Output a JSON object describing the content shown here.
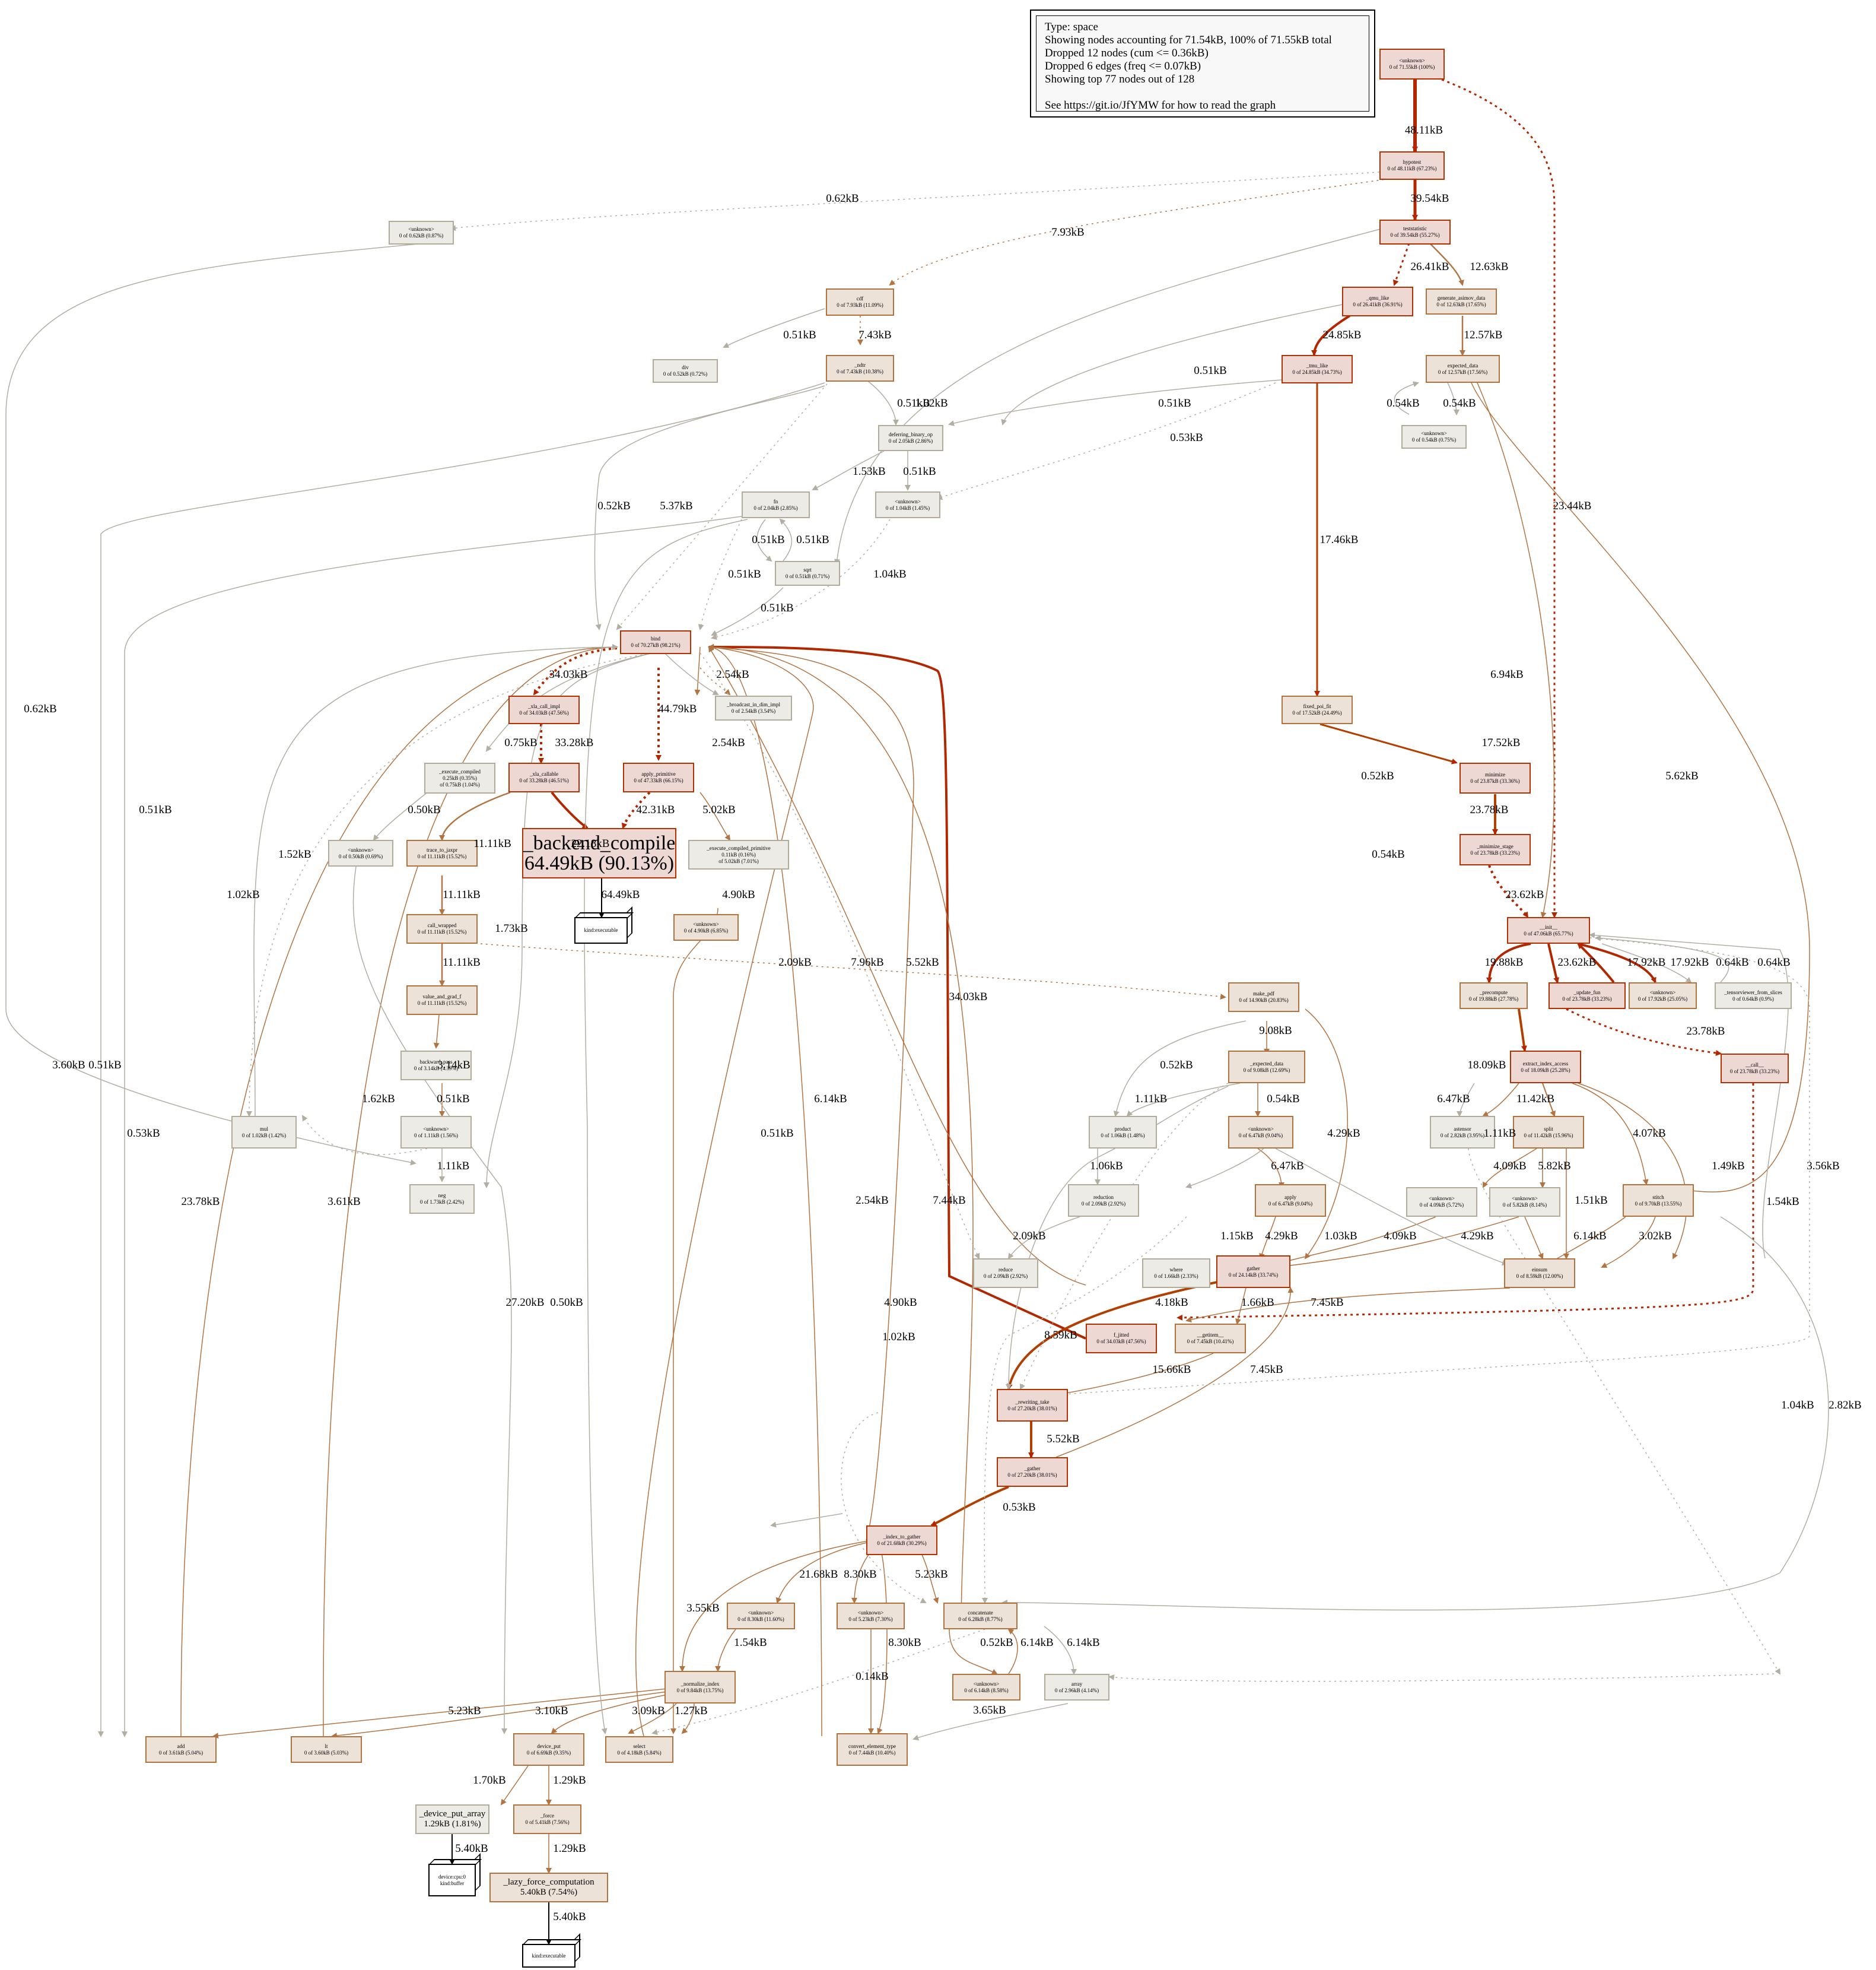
{
  "legend": {
    "lines": [
      "Type: space",
      "Showing nodes accounting for 71.54kB, 100% of 71.55kB total",
      "Dropped 12 nodes (cum <= 0.36kB)",
      "Dropped 6 edges (freq <= 0.07kB)",
      "Showing top 77 nodes out of 128"
    ],
    "footer": "See https://git.io/JfYMW for how to read the graph"
  },
  "colors": {
    "hot_fill": "#eed8d4",
    "hot_border": "#b23100",
    "warm_fill": "#ede2d8",
    "warm_border": "#b2723e",
    "cool_fill": "#edebe6",
    "cool_border": "#b2ab9a",
    "hot_edge": "#b22600",
    "warm_edge": "#b27442",
    "cool_edge": "#b2aea4"
  },
  "nodes": [
    {
      "id": "root",
      "name": "<unknown>",
      "stat": "0 of 71.55kB (100%)"
    },
    {
      "id": "hypotest",
      "name": "hypotest",
      "stat": "0 of 48.11kB (67.23%)"
    },
    {
      "id": "unk062",
      "name": "<unknown>",
      "stat": "0 of 0.62kB (0.87%)"
    },
    {
      "id": "teststatistic",
      "name": "teststatistic",
      "stat": "0 of 39.54kB (55.27%)"
    },
    {
      "id": "cdf",
      "name": "cdf",
      "stat": "0 of 7.93kB (11.09%)"
    },
    {
      "id": "qmu_like",
      "name": "_qmu_like",
      "stat": "0 of 26.41kB (36.91%)"
    },
    {
      "id": "gen_asimov",
      "name": "generate_asimov_data",
      "stat": "0 of 12.63kB (17.65%)"
    },
    {
      "id": "div",
      "name": "div",
      "stat": "0 of 0.52kB (0.72%)"
    },
    {
      "id": "ndtr",
      "name": "_ndtr",
      "stat": "0 of 7.43kB (10.38%)"
    },
    {
      "id": "tmu_like",
      "name": "_tmu_like",
      "stat": "0 of 24.85kB (34.73%)"
    },
    {
      "id": "expected_data",
      "name": "expected_data",
      "stat": "0 of 12.57kB (17.56%)"
    },
    {
      "id": "unk054",
      "name": "<unknown>",
      "stat": "0 of 0.54kB (0.75%)"
    },
    {
      "id": "deferring",
      "name": "deferring_binary_op",
      "stat": "0 of 2.05kB (2.86%)"
    },
    {
      "id": "fn",
      "name": "fn",
      "stat": "0 of 2.04kB (2.85%)"
    },
    {
      "id": "unk104",
      "name": "<unknown>",
      "stat": "0 of 1.04kB (1.45%)"
    },
    {
      "id": "sqrt",
      "name": "sqrt",
      "stat": "0 of 0.51kB (0.71%)"
    },
    {
      "id": "bind",
      "name": "bind",
      "stat": "0 of 70.27kB (98.21%)"
    },
    {
      "id": "fixed_poi_fit",
      "name": "fixed_poi_fit",
      "stat": "0 of 17.52kB (24.49%)"
    },
    {
      "id": "xla_call_impl",
      "name": "_xla_call_impl",
      "stat": "0 of 34.03kB (47.56%)"
    },
    {
      "id": "broadcast",
      "name": "_broadcast_in_dim_impl",
      "stat": "0 of 2.54kB (3.54%)"
    },
    {
      "id": "exec_compiled",
      "name": "_execute_compiled",
      "stat": "0.25kB (0.35%)",
      "stat2": "of 0.75kB (1.04%)"
    },
    {
      "id": "xla_callable",
      "name": "_xla_callable",
      "stat": "0 of 33.28kB (46.51%)"
    },
    {
      "id": "apply_primitive",
      "name": "apply_primitive",
      "stat": "0 of 47.33kB (66.15%)"
    },
    {
      "id": "minimize",
      "name": "minimize",
      "stat": "0 of 23.87kB (33.36%)"
    },
    {
      "id": "unk050",
      "name": "<unknown>",
      "stat": "0 of 0.50kB (0.69%)"
    },
    {
      "id": "trace_to_jaxpr",
      "name": "trace_to_jaxpr",
      "stat": "0 of 11.11kB (15.52%)"
    },
    {
      "id": "backend_compile",
      "name": "_backend_compile",
      "stat": "64.49kB (90.13%)"
    },
    {
      "id": "exec_prim",
      "name": "_execute_compiled_primitive",
      "stat": "0.11kB (0.16%)",
      "stat2": "of 5.02kB (7.01%)"
    },
    {
      "id": "minimize_stage",
      "name": "_minimize_stage",
      "stat": "0 of 23.78kB (33.23%)"
    },
    {
      "id": "call_wrapped",
      "name": "call_wrapped",
      "stat": "0 of 11.11kB (15.52%)"
    },
    {
      "id": "unk490",
      "name": "<unknown>",
      "stat": "0 of 4.90kB (6.85%)"
    },
    {
      "id": "kind_exec1",
      "name": "kind:executable",
      "stat": ""
    },
    {
      "id": "init",
      "name": "__init__",
      "stat": "0 of 47.06kB (65.77%)"
    },
    {
      "id": "value_and_grad",
      "name": "value_and_grad_f",
      "stat": "0 of 11.11kB (15.52%)"
    },
    {
      "id": "make_pdf",
      "name": "make_pdf",
      "stat": "0 of 14.90kB (20.83%)"
    },
    {
      "id": "precompute",
      "name": "_precompute",
      "stat": "0 of 19.88kB (27.78%)"
    },
    {
      "id": "update_fun",
      "name": "_update_fun",
      "stat": "0 of 23.78kB (33.23%)"
    },
    {
      "id": "unk1792",
      "name": "<unknown>",
      "stat": "0 of 17.92kB (25.05%)"
    },
    {
      "id": "tensorviewer",
      "name": "_tensorviewer_from_slices",
      "stat": "0 of 0.64kB (0.9%)"
    },
    {
      "id": "backward_pass",
      "name": "backward_pass",
      "stat": "0 of 3.14kB (4.39%)"
    },
    {
      "id": "expected_data2",
      "name": "_expected_data",
      "stat": "0 of 9.08kB (12.69%)"
    },
    {
      "id": "extract_index",
      "name": "extract_index_access",
      "stat": "0 of 18.09kB (25.28%)"
    },
    {
      "id": "call",
      "name": "__call__",
      "stat": "0 of 23.78kB (33.23%)"
    },
    {
      "id": "unk111",
      "name": "<unknown>",
      "stat": "0 of 1.11kB (1.56%)"
    },
    {
      "id": "mul",
      "name": "mul",
      "stat": "0 of 1.02kB (1.42%)"
    },
    {
      "id": "product",
      "name": "product",
      "stat": "0 of 1.06kB (1.48%)"
    },
    {
      "id": "unk647",
      "name": "<unknown>",
      "stat": "0 of 6.47kB (9.04%)"
    },
    {
      "id": "astensor",
      "name": "astensor",
      "stat": "0 of 2.82kB (3.95%)"
    },
    {
      "id": "split",
      "name": "split",
      "stat": "0 of 11.42kB (15.96%)"
    },
    {
      "id": "neg",
      "name": "neg",
      "stat": "0 of 1.73kB (2.42%)"
    },
    {
      "id": "reduction",
      "name": "reduction",
      "stat": "0 of 2.09kB (2.92%)"
    },
    {
      "id": "apply",
      "name": "apply",
      "stat": "0 of 6.47kB (9.04%)"
    },
    {
      "id": "unk409",
      "name": "<unknown>",
      "stat": "0 of 4.09kB (5.72%)"
    },
    {
      "id": "unk582",
      "name": "<unknown>",
      "stat": "0 of 5.82kB (8.14%)"
    },
    {
      "id": "stitch",
      "name": "stitch",
      "stat": "0 of 9.70kB (13.55%)"
    },
    {
      "id": "reduce",
      "name": "reduce",
      "stat": "0 of 2.09kB (2.92%)"
    },
    {
      "id": "where",
      "name": "where",
      "stat": "0 of 1.66kB (2.33%)"
    },
    {
      "id": "gather",
      "name": "gather",
      "stat": "0 of 24.14kB (33.74%)"
    },
    {
      "id": "einsum",
      "name": "einsum",
      "stat": "0 of 8.59kB (12.00%)"
    },
    {
      "id": "f_jitted",
      "name": "f_jitted",
      "stat": "0 of 34.03kB (47.56%)"
    },
    {
      "id": "getitem",
      "name": "__getitem__",
      "stat": "0 of 7.45kB (10.41%)"
    },
    {
      "id": "rewriting_take",
      "name": "_rewriting_take",
      "stat": "0 of 27.20kB (38.01%)"
    },
    {
      "id": "gather2",
      "name": "_gather",
      "stat": "0 of 27.20kB (38.01%)"
    },
    {
      "id": "index_to_gather",
      "name": "_index_to_gather",
      "stat": "0 of 21.68kB (30.29%)"
    },
    {
      "id": "unk830",
      "name": "<unknown>",
      "stat": "0 of 8.30kB (11.60%)"
    },
    {
      "id": "unk523",
      "name": "<unknown>",
      "stat": "0 of 5.23kB (7.30%)"
    },
    {
      "id": "concatenate",
      "name": "concatenate",
      "stat": "0 of 6.28kB (8.77%)"
    },
    {
      "id": "unk614",
      "name": "<unknown>",
      "stat": "0 of 6.14kB (8.58%)"
    },
    {
      "id": "array",
      "name": "array",
      "stat": "0 of 2.96kB (4.14%)"
    },
    {
      "id": "normalize_index",
      "name": "_normalize_index",
      "stat": "0 of 9.84kB (13.75%)"
    },
    {
      "id": "add",
      "name": "add",
      "stat": "0 of 3.61kB (5.04%)"
    },
    {
      "id": "lt",
      "name": "lt",
      "stat": "0 of 3.60kB (5.03%)"
    },
    {
      "id": "device_put",
      "name": "device_put",
      "stat": "0 of 6.69kB (9.35%)"
    },
    {
      "id": "select",
      "name": "select",
      "stat": "0 of 4.18kB (5.84%)"
    },
    {
      "id": "convert_element",
      "name": "convert_element_type",
      "stat": "0 of 7.44kB (10.40%)"
    },
    {
      "id": "device_put_array",
      "name": "_device_put_array",
      "stat": "1.29kB (1.81%)"
    },
    {
      "id": "force",
      "name": "_force",
      "stat": "0 of 5.41kB (7.56%)"
    },
    {
      "id": "device_cpu",
      "name": "device:cpu:0",
      "stat": "kind:buffer"
    },
    {
      "id": "lazy_force",
      "name": "_lazy_force_computation",
      "stat": "5.40kB (7.54%)"
    },
    {
      "id": "kind_exec2",
      "name": "kind:executable",
      "stat": ""
    }
  ],
  "edge_labels": [
    "48.11kB",
    "0.62kB",
    "7.93kB",
    "39.54kB",
    "26.41kB",
    "12.63kB",
    "0.51kB",
    "7.43kB",
    "24.85kB",
    "12.57kB",
    "0.51kB",
    "0.51kB",
    "1.02kB",
    "0.51kB",
    "0.54kB",
    "0.54kB",
    "0.53kB",
    "1.53kB",
    "0.51kB",
    "0.51kB",
    "0.51kB",
    "0.52kB",
    "5.37kB",
    "0.51kB",
    "1.04kB",
    "0.51kB",
    "17.46kB",
    "23.44kB",
    "6.94kB",
    "0.62kB",
    "34.03kB",
    "2.54kB",
    "44.79kB",
    "0.75kB",
    "33.28kB",
    "2.54kB",
    "17.52kB",
    "5.62kB",
    "0.51kB",
    "0.50kB",
    "11.11kB",
    "22.18kB",
    "42.31kB",
    "5.02kB",
    "0.52kB",
    "23.78kB",
    "1.52kB",
    "11.11kB",
    "1.02kB",
    "1.73kB",
    "64.49kB",
    "4.90kB",
    "0.54kB",
    "23.62kB",
    "11.11kB",
    "2.09kB",
    "7.96kB",
    "5.52kB",
    "34.03kB",
    "19.88kB",
    "23.62kB",
    "17.92kB",
    "17.92kB",
    "0.64kB",
    "0.64kB",
    "9.08kB",
    "23.78kB",
    "3.14kB",
    "0.52kB",
    "18.09kB",
    "1.62kB",
    "0.51kB",
    "1.11kB",
    "0.54kB",
    "6.47kB",
    "1.11kB",
    "11.42kB",
    "4.29kB",
    "4.07kB",
    "1.06kB",
    "6.47kB",
    "1.11kB",
    "4.09kB",
    "5.82kB",
    "1.49kB",
    "3.56kB",
    "2.09kB",
    "1.15kB",
    "4.29kB",
    "1.03kB",
    "4.09kB",
    "4.29kB",
    "1.51kB",
    "6.14kB",
    "3.02kB",
    "1.54kB",
    "23.78kB",
    "3.61kB",
    "3.60kB",
    "0.51kB",
    "0.53kB",
    "0.51kB",
    "6.14kB",
    "2.54kB",
    "7.44kB",
    "4.18kB",
    "1.66kB",
    "7.45kB",
    "8.59kB",
    "15.66kB",
    "7.45kB",
    "5.52kB",
    "27.20kB",
    "0.50kB",
    "4.90kB",
    "1.02kB",
    "1.04kB",
    "2.82kB",
    "0.53kB",
    "21.68kB",
    "8.30kB",
    "5.23kB",
    "3.55kB",
    "1.54kB",
    "8.30kB",
    "0.52kB",
    "6.14kB",
    "6.14kB",
    "0.14kB",
    "5.23kB",
    "3.10kB",
    "3.09kB",
    "1.27kB",
    "3.65kB",
    "1.70kB",
    "1.29kB",
    "5.40kB",
    "1.29kB",
    "5.40kB",
    "5.40kB"
  ]
}
